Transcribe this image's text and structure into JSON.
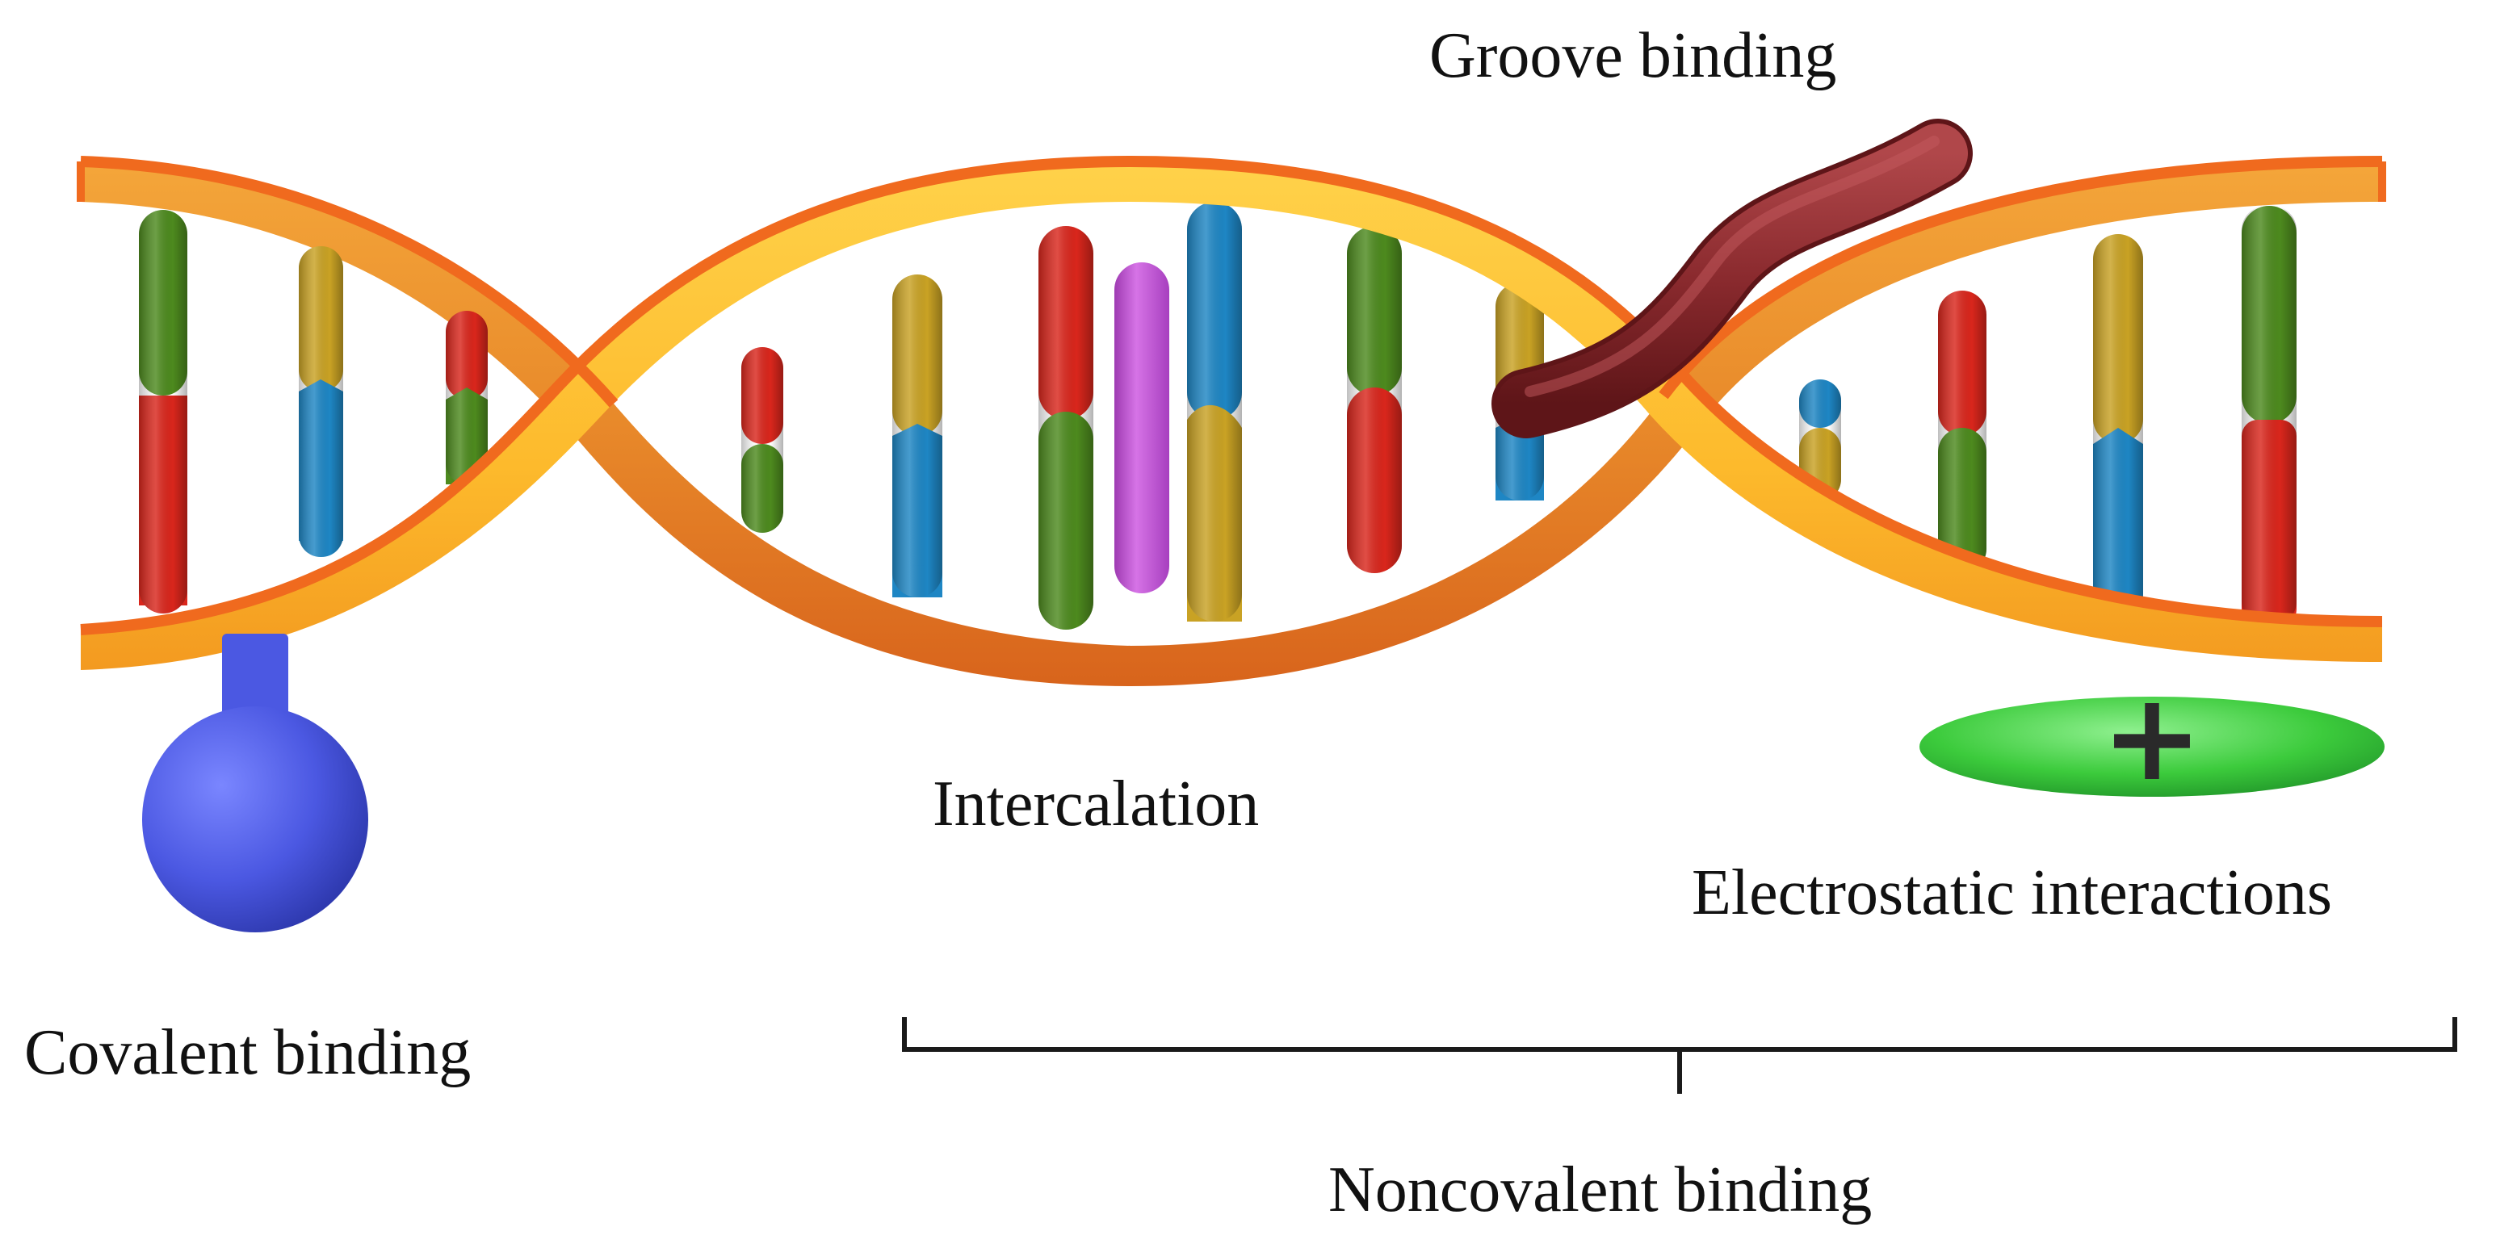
{
  "labels": {
    "groove": "Groove binding",
    "intercalation": "Intercalation",
    "electrostatic": "Electrostatic interactions",
    "covalent": "Covalent binding",
    "noncovalent": "Noncovalent binding",
    "plus": "+"
  },
  "colors": {
    "backbone_front": "#FDBA2C",
    "backbone_edge": "#F06A1E",
    "base_red": "#D9261C",
    "base_green": "#4D8A1E",
    "base_blue": "#1E86C4",
    "base_yellow": "#C9A224",
    "intercalator": "#C24FD4",
    "groove_binder": "#8A2A2E",
    "covalent_adduct": "#4B58E2",
    "cation": "#3CCB3C"
  }
}
